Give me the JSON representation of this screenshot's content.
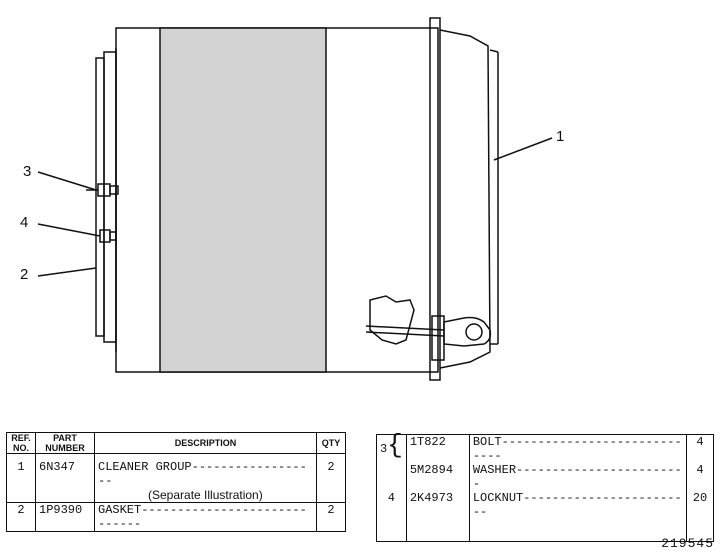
{
  "callouts": {
    "c1": "1",
    "c2": "2",
    "c3": "3",
    "c4": "4"
  },
  "left_table": {
    "headers": {
      "ref": "REF. NO.",
      "part": "PART NUMBER",
      "desc": "DESCRIPTION",
      "qty": "QTY"
    },
    "rows": [
      {
        "ref": "1",
        "part": "6N347",
        "desc": "CLEANER GROUP------------------",
        "sub": "(Separate Illustration)",
        "qty": "2"
      },
      {
        "ref": "2",
        "part": "1P9390",
        "desc": "GASKET-----------------------------",
        "qty": "2"
      }
    ]
  },
  "right_table": {
    "rows": [
      {
        "ref": "3",
        "part": "1T822",
        "desc": "BOLT-----------------------------",
        "qty": "4"
      },
      {
        "ref": "",
        "part": "5M2894",
        "desc": "WASHER------------------------",
        "qty": "4"
      },
      {
        "ref": "4",
        "part": "2K4973",
        "desc": "LOCKNUT------------------------",
        "qty": "20"
      }
    ]
  },
  "illustration_number": "219545"
}
